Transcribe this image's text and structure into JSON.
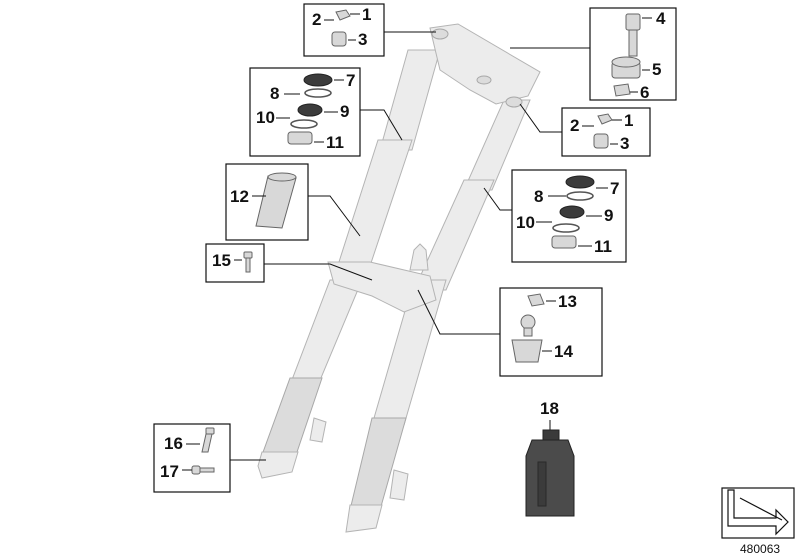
{
  "callouts": {
    "n1": "1",
    "n2": "2",
    "n3": "3",
    "n4": "4",
    "n5": "5",
    "n6": "6",
    "n7": "7",
    "n8": "8",
    "n9": "9",
    "n10": "10",
    "n11": "11",
    "n12": "12",
    "n13": "13",
    "n14": "14",
    "n15": "15",
    "n16": "16",
    "n17": "17",
    "n18": "18"
  },
  "callouts_right": {
    "n1": "1",
    "n2": "2",
    "n3": "3",
    "n7": "7",
    "n8": "8",
    "n9": "9",
    "n10": "10",
    "n11": "11"
  },
  "document_number": "480063",
  "icons": {
    "fork_assembly": "front-fork-assembly-icon",
    "oil_bottle": "fork-oil-bottle-icon",
    "nav_arrow": "diagram-arrow-icon"
  }
}
